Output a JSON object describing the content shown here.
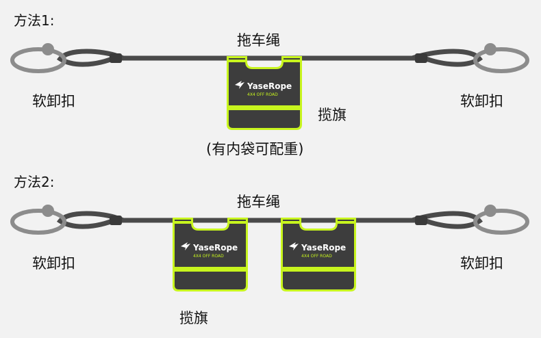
{
  "method1": {
    "title": "方法1:",
    "rope_label": "拖车绳",
    "left_shackle_label": "软卸扣",
    "right_shackle_label": "软卸扣",
    "flag_label": "揽旗",
    "flag_note": "(有内袋可配重)",
    "flag": {
      "brand": "YaseRope",
      "tagline": "4X4 OFF ROAD"
    }
  },
  "method2": {
    "title": "方法2:",
    "rope_label": "拖车绳",
    "left_shackle_label": "软卸扣",
    "right_shackle_label": "软卸扣",
    "flag_label": "揽旗",
    "flags": [
      {
        "brand": "YaseRope",
        "tagline": "4X4 OFF ROAD"
      },
      {
        "brand": "YaseRope",
        "tagline": "4X4 OFF ROAD"
      }
    ]
  },
  "colors": {
    "rope": "#4a4a4a",
    "shackle": "#8c8c8c",
    "flag_body": "#3d3d3d",
    "flag_trim": "#c8f51e",
    "brand_text": "#ffffff",
    "tagline_text": "#c8f51e"
  }
}
